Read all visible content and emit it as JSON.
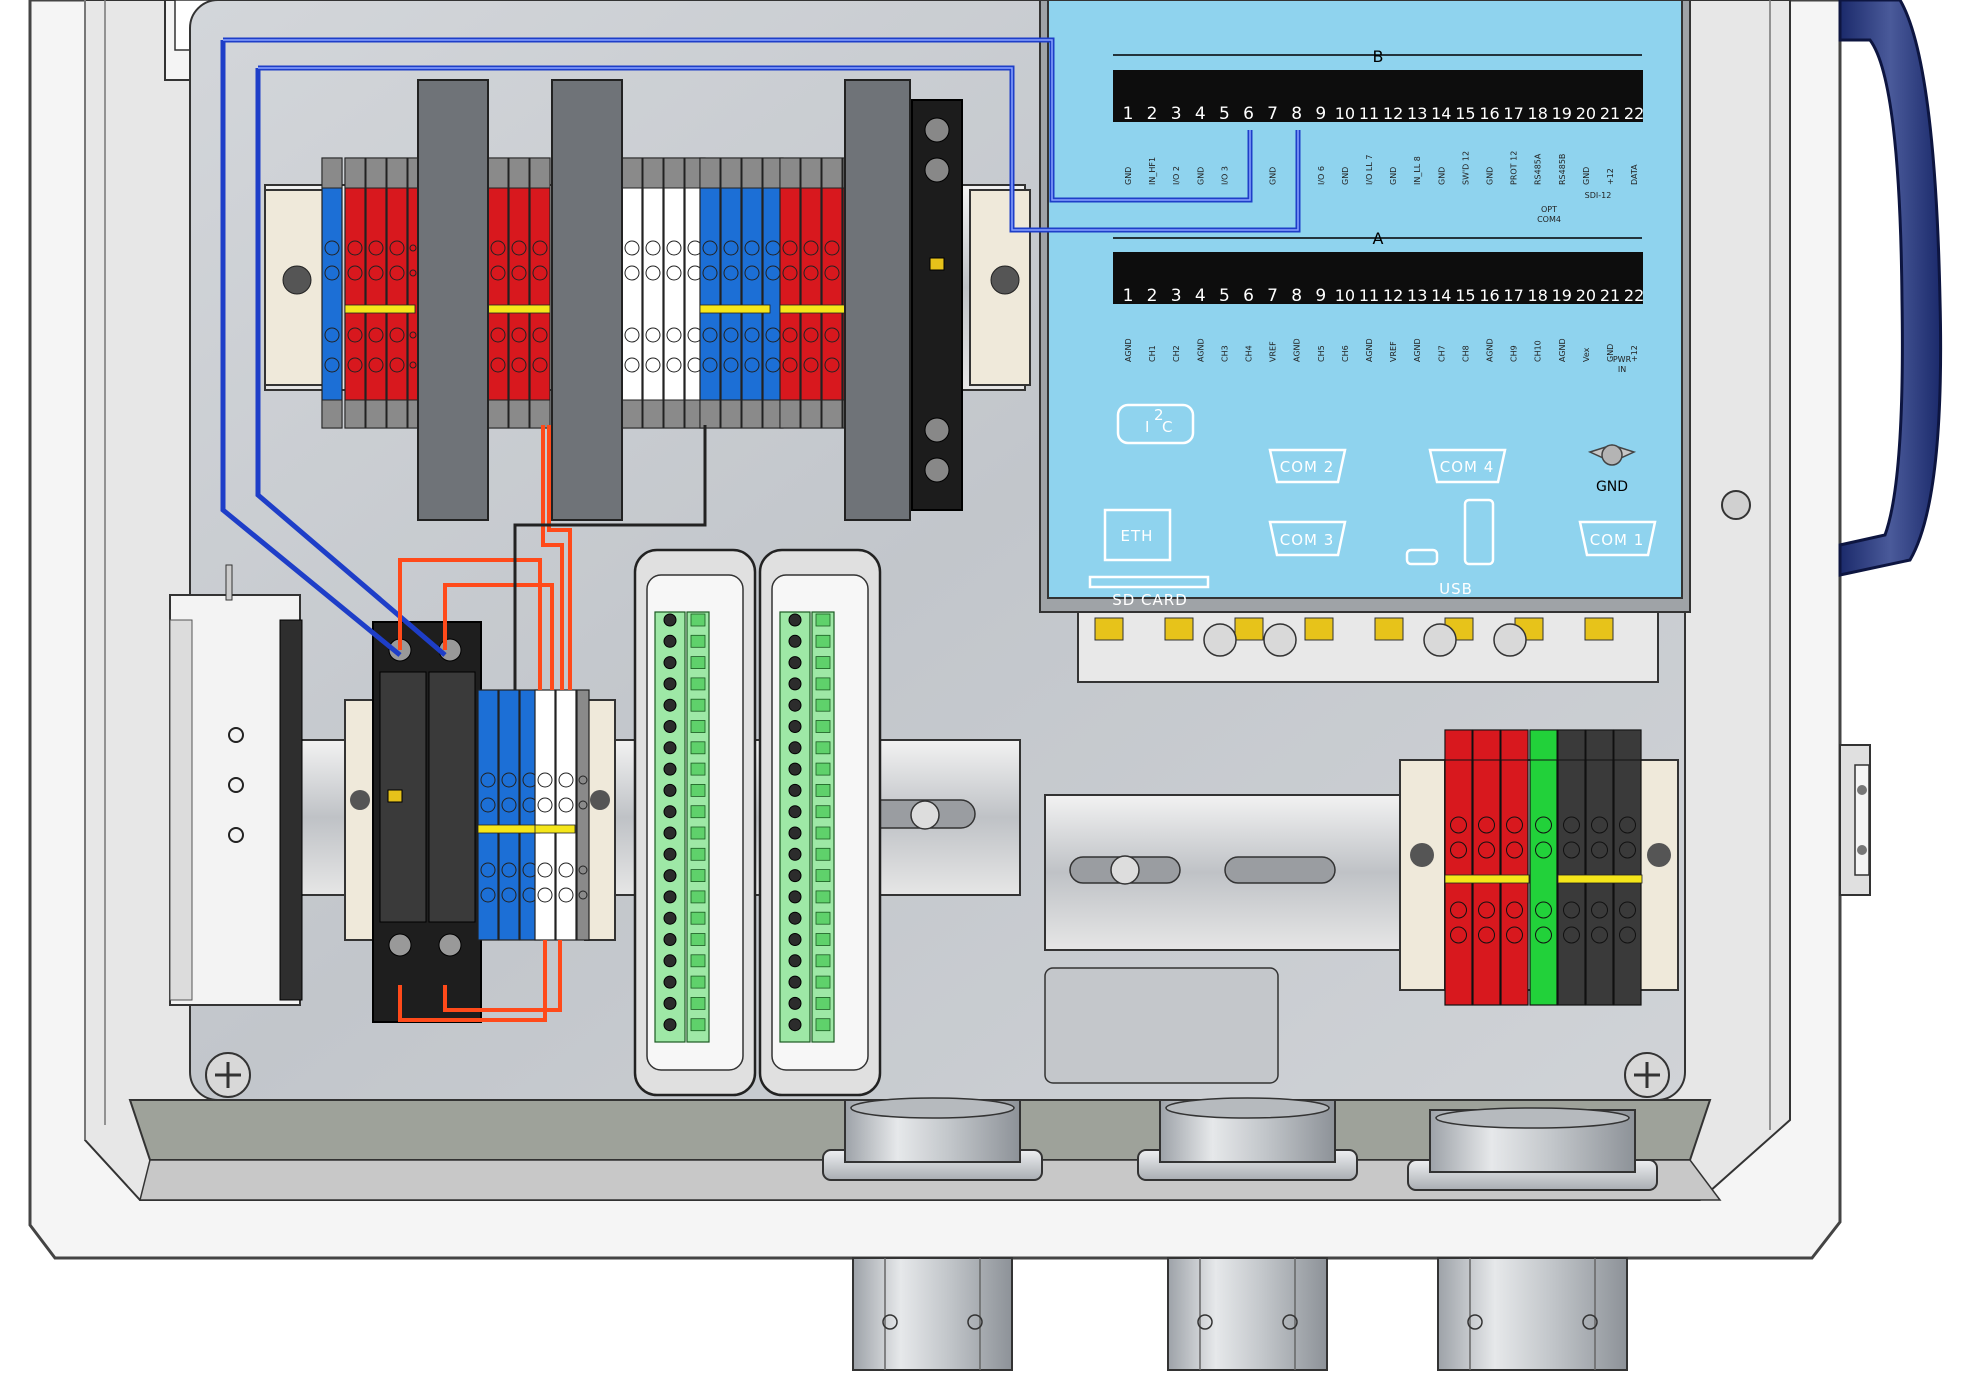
{
  "logger": {
    "row_b_letter": "B",
    "row_a_letter": "A",
    "pins": [
      "1",
      "2",
      "3",
      "4",
      "5",
      "6",
      "7",
      "8",
      "9",
      "10",
      "11",
      "12",
      "13",
      "14",
      "15",
      "16",
      "17",
      "18",
      "19",
      "20",
      "21",
      "22"
    ],
    "row_b_pin_labels": [
      "GND",
      "IN_HF1",
      "I/O 2",
      "GND",
      "I/O 3",
      "",
      "GND",
      "",
      "I/O 6",
      "GND",
      "I/O LL 7",
      "GND",
      "IN_LL 8",
      "GND",
      "SW'D 12",
      "GND",
      "PROT 12",
      "RS485A",
      "RS485B",
      "GND",
      "+12",
      "DATA"
    ],
    "row_a_pin_labels": [
      "AGND",
      "CH1",
      "CH2",
      "AGND",
      "CH3",
      "CH4",
      "VREF",
      "AGND",
      "CH5",
      "CH6",
      "AGND",
      "VREF",
      "AGND",
      "CH7",
      "CH8",
      "AGND",
      "CH9",
      "CH10",
      "AGND",
      "Vex",
      "GND",
      "+12"
    ],
    "sdi12_label": "SDI-12",
    "opt_label": "OPT",
    "com4_small_label": "COM4",
    "pwr_label": "PWR",
    "pwr_in_label": "IN",
    "i2c_label": "I",
    "i2c_sup": "2",
    "i2c_c": "C",
    "com2_label": "COM 2",
    "com3_label": "COM 3",
    "com4_label": "COM 4",
    "com1_label": "COM 1",
    "eth_label": "ETH",
    "sd_label": "SD CARD",
    "usb_label": "USB",
    "gnd_label": "GND"
  },
  "colors": {
    "logger_blue": "#8fd3ee",
    "wire_blue": "#1e3ec8",
    "wire_orange": "#ff4a1a",
    "terminal_red": "#d8181e",
    "terminal_blue": "#1c6fd6",
    "terminal_green": "#22d13a",
    "plate_grey": "#c9ccd0"
  }
}
